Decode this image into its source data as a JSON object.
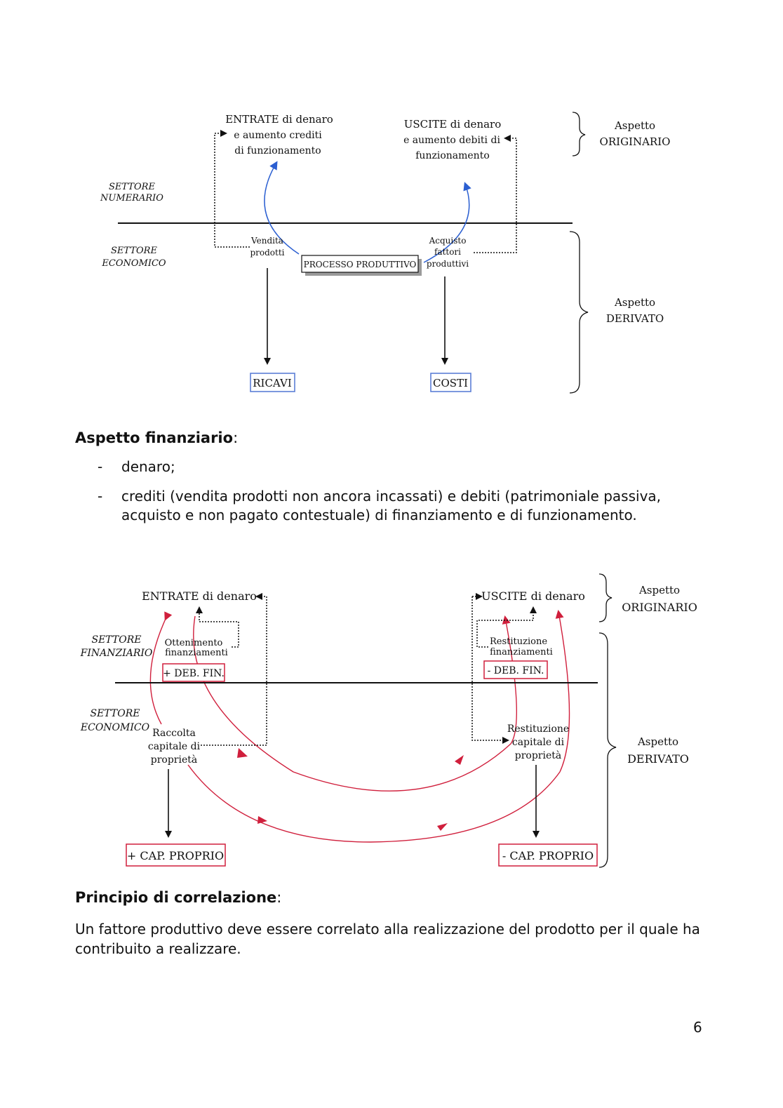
{
  "diagram1": {
    "entrate": [
      "ENTRATE di denaro",
      "e aumento crediti",
      "di funzionamento"
    ],
    "uscite": [
      "USCITE di denaro",
      "e aumento debiti di",
      "funzionamento"
    ],
    "aspetto_originario": [
      "Aspetto",
      "ORIGINARIO"
    ],
    "aspetto_derivato": [
      "Aspetto",
      "DERIVATO"
    ],
    "settore_numerario": [
      "SETTORE",
      "NUMERARIO"
    ],
    "settore_economico": [
      "SETTORE",
      "ECONOMICO"
    ],
    "vendita": [
      "Vendita",
      "prodotti"
    ],
    "acquisto": [
      "Acquisto",
      "fattori",
      "produttivi"
    ],
    "processo": "PROCESSO PRODUTTIVO",
    "ricavi": "RICAVI",
    "costi": "COSTI"
  },
  "section1": {
    "heading": "Aspetto finanziario",
    "suffix": ":",
    "bullets": [
      "denaro;",
      "crediti (vendita prodotti non ancora incassati) e debiti (patrimoniale passiva, acquisto e non pagato contestuale) di finanziamento e di funzionamento."
    ],
    "dash": "-"
  },
  "diagram2": {
    "entrate": "ENTRATE di denaro",
    "uscite": "USCITE di denaro",
    "aspetto_originario": [
      "Aspetto",
      "ORIGINARIO"
    ],
    "aspetto_derivato": [
      "Aspetto",
      "DERIVATO"
    ],
    "settore_finanziario": [
      "SETTORE",
      "FINANZIARIO"
    ],
    "settore_economico": [
      "SETTORE",
      "ECONOMICO"
    ],
    "ottenimento": [
      "Ottenimento",
      "finanziamenti"
    ],
    "restituzione_fin": [
      "Restituzione",
      "finanziamenti"
    ],
    "raccolta": [
      "Raccolta",
      "capitale di",
      "proprietà"
    ],
    "restituzione_cap": [
      "Restituzione",
      "capitale di",
      "proprietà"
    ],
    "plus_deb": "+ DEB. FIN.",
    "minus_deb": "- DEB. FIN.",
    "plus_cap": "+ CAP. PROPRIO",
    "minus_cap": "- CAP. PROPRIO"
  },
  "section2": {
    "heading": "Principio di correlazione",
    "suffix": ":",
    "paragraph": "Un fattore produttivo deve essere correlato alla realizzazione del prodotto per il quale ha contribuito a realizzare."
  },
  "page_number": "6"
}
